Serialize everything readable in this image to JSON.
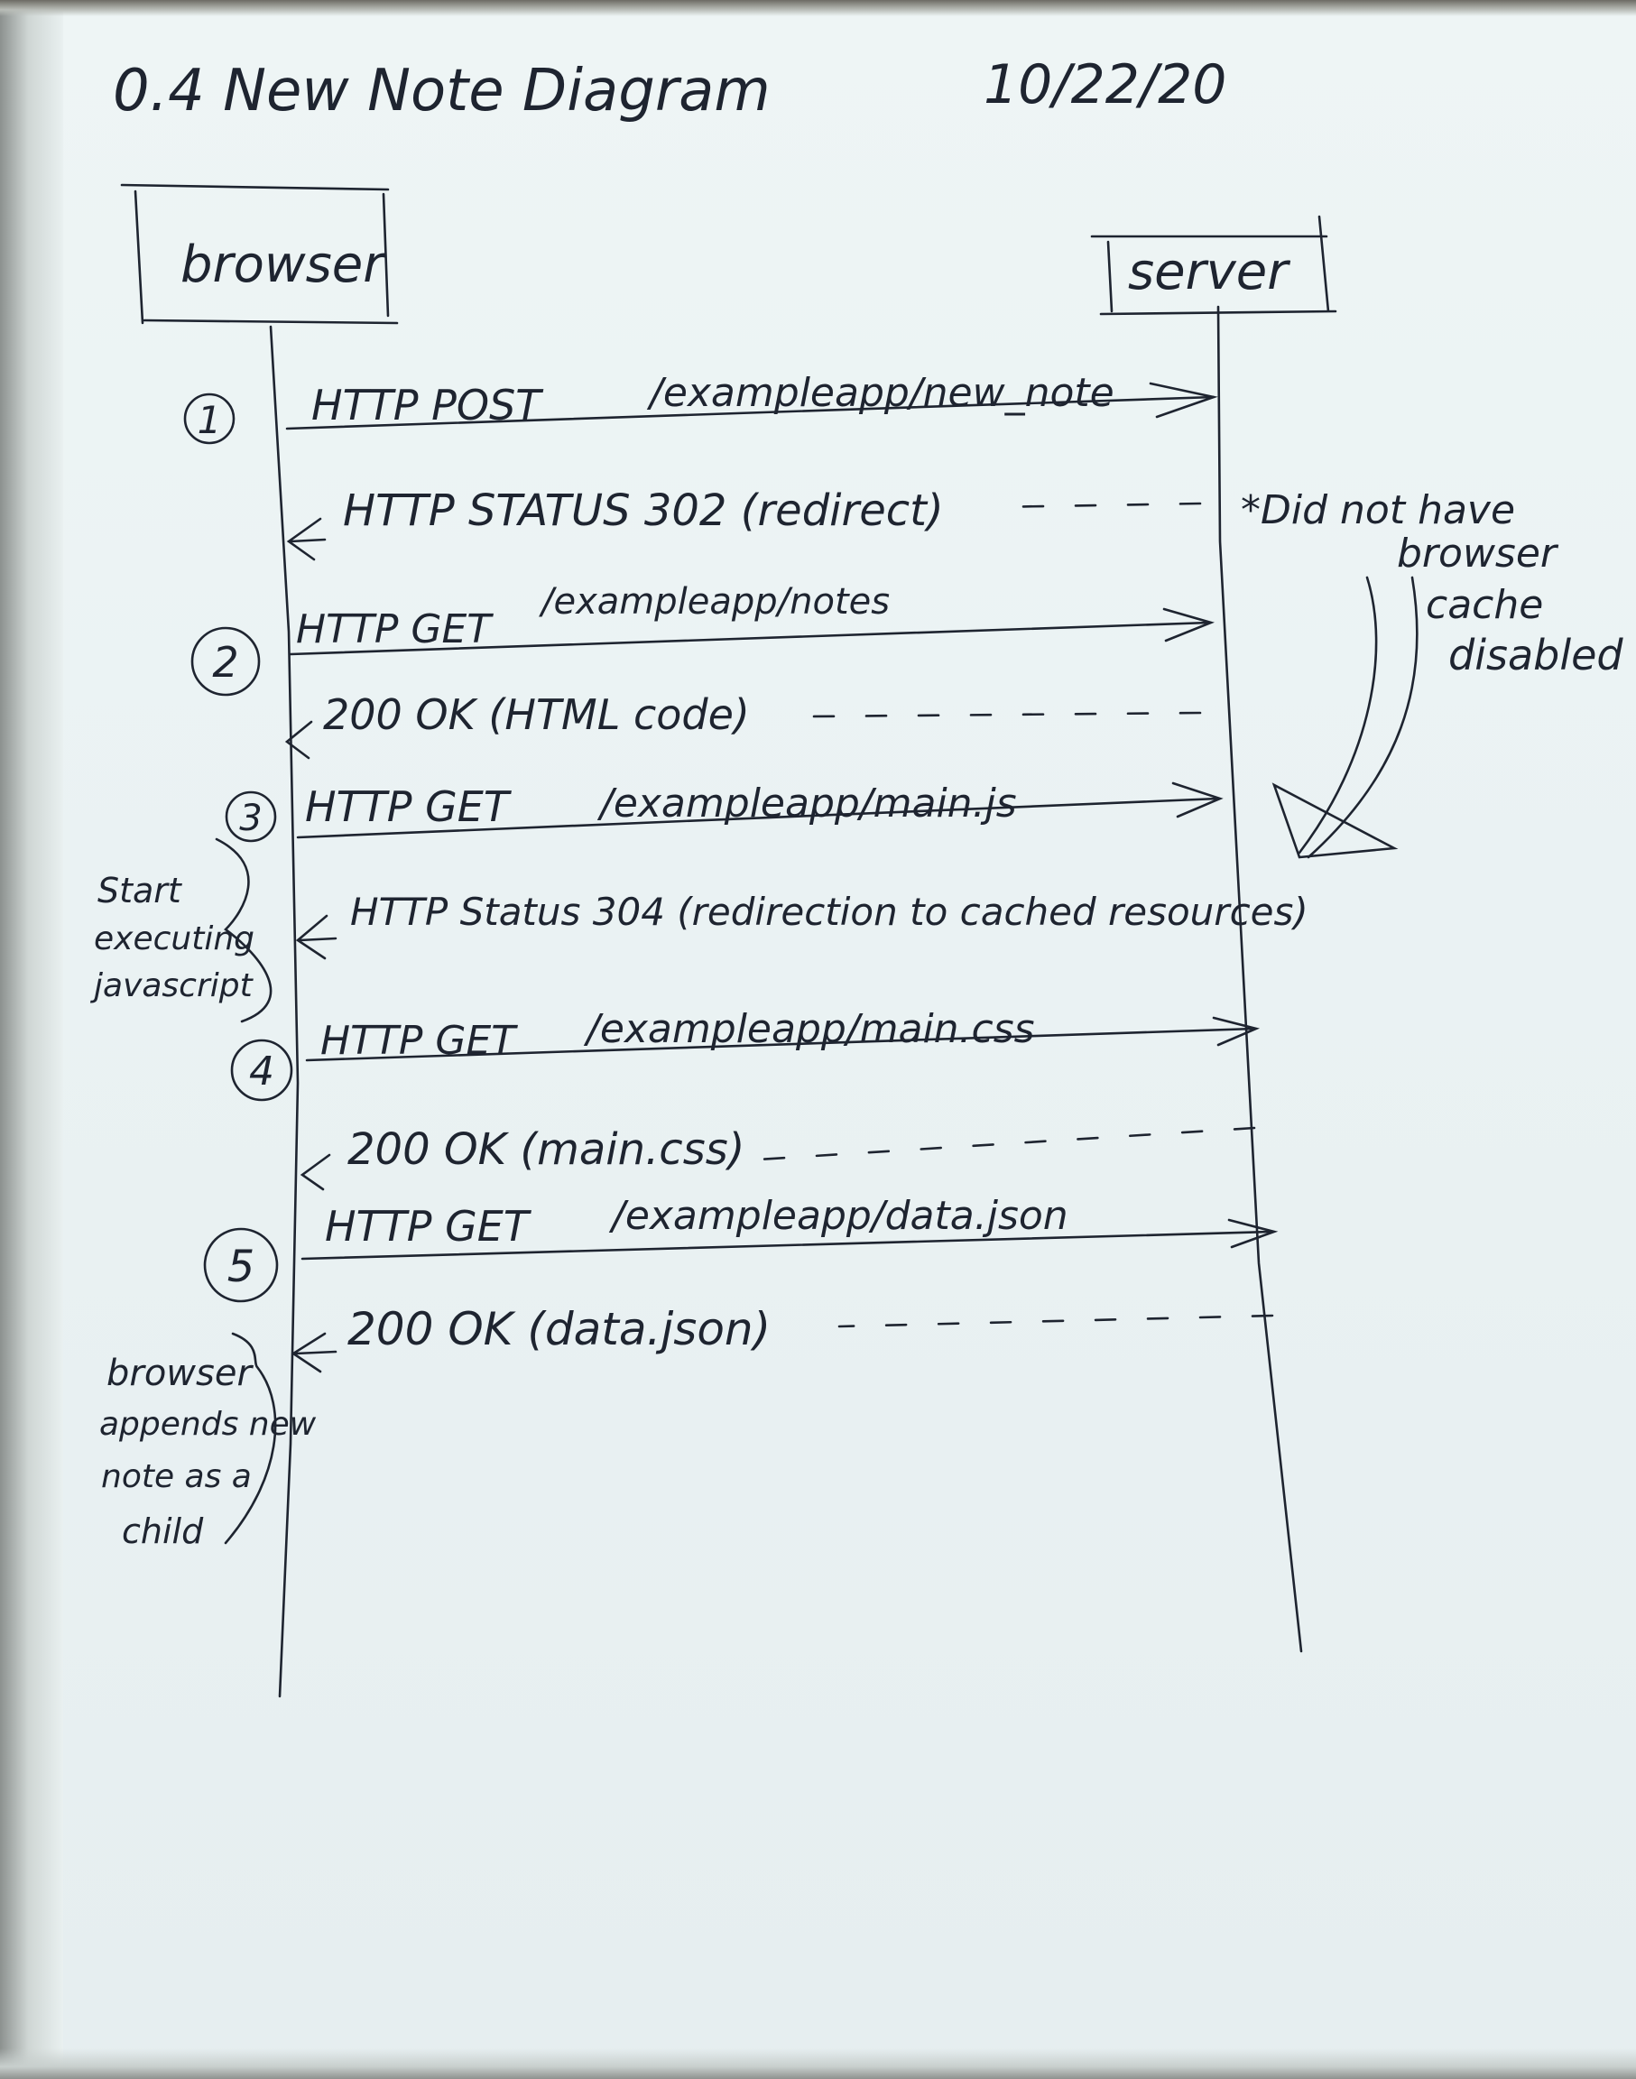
{
  "header": {
    "title": "0.4 New Note Diagram",
    "date": "10/22/20"
  },
  "participants": {
    "browser": "browser",
    "server": "server"
  },
  "steps": [
    "1",
    "2",
    "3",
    "4",
    "5"
  ],
  "messages": [
    {
      "step": "1",
      "direction": "request",
      "text": "HTTP POST",
      "path": "/exampleapp/new_note"
    },
    {
      "direction": "response",
      "text": "HTTP STATUS 302 (redirect)"
    },
    {
      "step": "2",
      "direction": "request",
      "text": "HTTP GET",
      "path": "/exampleapp/notes"
    },
    {
      "direction": "response",
      "text": "200 OK (HTML code)"
    },
    {
      "step": "3",
      "direction": "request",
      "text": "HTTP GET",
      "path": "/exampleapp/main.js"
    },
    {
      "direction": "response",
      "text": "HTTP Status 304 (redirection to cached resources)"
    },
    {
      "step": "4",
      "direction": "request",
      "text": "HTTP GET",
      "path": "/exampleapp/main.css"
    },
    {
      "direction": "response",
      "text": "200 OK (main.css)"
    },
    {
      "step": "5",
      "direction": "request",
      "text": "HTTP GET",
      "path": "/exampleapp/data.json"
    },
    {
      "direction": "response",
      "text": "200 OK (data.json)"
    }
  ],
  "annotations": {
    "cache_note": [
      "*Did not have",
      "browser",
      "cache",
      "disabled"
    ],
    "js_note": [
      "Start",
      "executing",
      "javascript"
    ],
    "append_note": [
      "browser",
      "appends new",
      "note as a",
      "child"
    ]
  },
  "colors": {
    "paper": "#eaf2f3",
    "ink": "#1e2430"
  }
}
